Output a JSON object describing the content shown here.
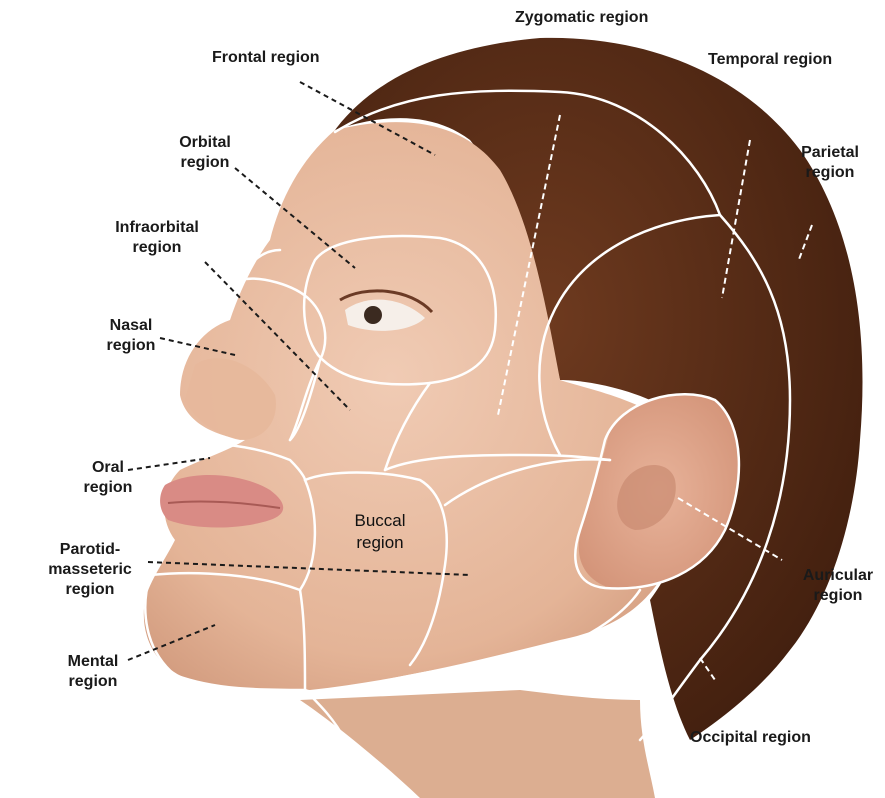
{
  "labels": {
    "zygomatic": "Zygomatic region",
    "frontal": "Frontal region",
    "temporal": "Temporal region",
    "orbital_1": "Orbital",
    "orbital_2": "region",
    "parietal_1": "Parietal",
    "parietal_2": "region",
    "infraorbital_1": "Infraorbital",
    "infraorbital_2": "region",
    "nasal_1": "Nasal",
    "nasal_2": "region",
    "oral_1": "Oral",
    "oral_2": "region",
    "buccal_1": "Buccal",
    "buccal_2": "region",
    "parotid_1": "Parotid-",
    "parotid_2": "masseteric",
    "parotid_3": "region",
    "auricular_1": "Auricular",
    "auricular_2": "region",
    "mental_1": "Mental",
    "mental_2": "region",
    "occipital": "Occipital region"
  },
  "colors": {
    "background": "#ffffff",
    "skin": "#e9bfa6",
    "skin_shadow": "#d49a7c",
    "hair": "#5a2c17",
    "hair_dark": "#3a1a0c",
    "region_outline": "#ffffff",
    "leader_line": "#1a1a1a",
    "label_text": "#1a1a1a"
  }
}
